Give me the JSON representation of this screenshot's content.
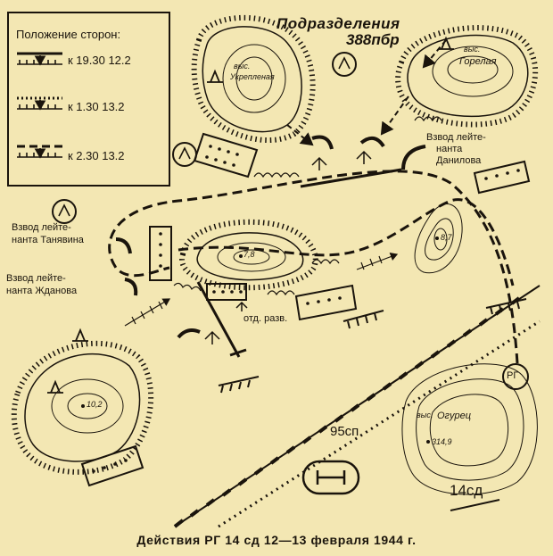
{
  "header": {
    "line1": "Подразделения",
    "line2": "388пбр"
  },
  "legend": {
    "title": "Положение сторон:",
    "items": [
      {
        "label": "к 19.30 12.2",
        "line_style": "solid"
      },
      {
        "label": "к 1.30 13.2",
        "line_style": "dotted"
      },
      {
        "label": "к 2.30 13.2",
        "line_style": "dashed"
      }
    ]
  },
  "hills": {
    "ukreplennaya": {
      "prefix": "выс.",
      "name": "Укрепленая"
    },
    "gorelaya": {
      "prefix": "выс.",
      "name": "Горелая"
    },
    "ogurets": {
      "prefix": "выс.",
      "name": "Огурец",
      "elevation": "314,9"
    },
    "central": {
      "elevation": "7,8"
    },
    "east": {
      "elevation": "8,7"
    },
    "southwest": {
      "elevation": "10,2"
    }
  },
  "units": {
    "danilov": [
      "Взвод лейте-",
      "нанта",
      "Данилова"
    ],
    "tanyavin": [
      "Взвод лейте-",
      "нанта Танявина"
    ],
    "zhdanov": [
      "Взвод лейте-",
      "нанта Жданова"
    ],
    "recon": "отд. разв.",
    "div95": "95сп",
    "div14": "14сд",
    "rg": "РГ"
  },
  "caption": "Действия РГ 14 сд 12—13 февраля 1944 г.",
  "colors": {
    "paper": "#f3e7b3",
    "ink": "#1a140c"
  }
}
